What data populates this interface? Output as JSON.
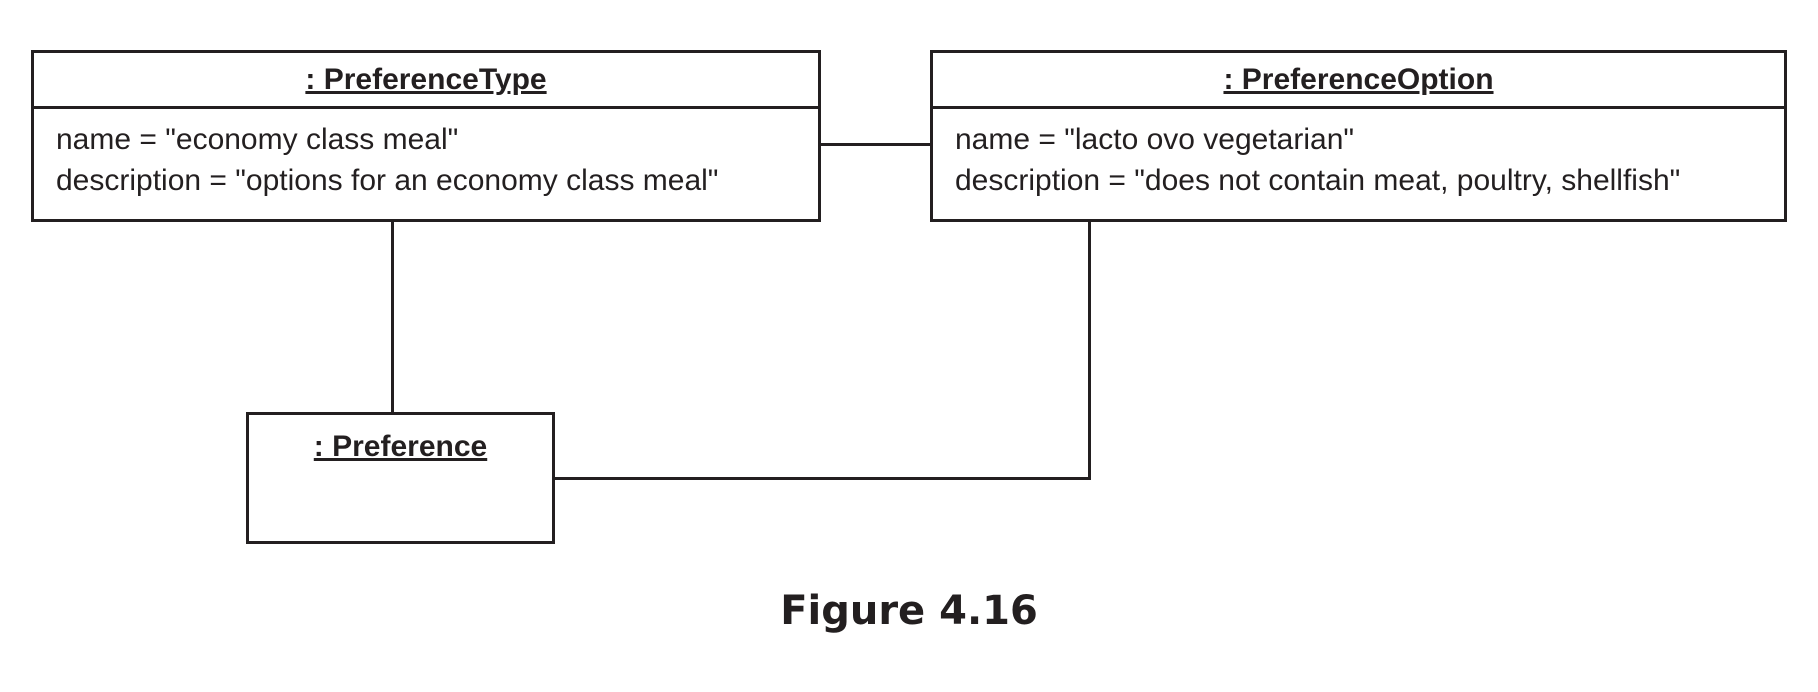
{
  "diagram": {
    "preference_type": {
      "title": ": PreferenceType",
      "attributes": [
        "name = \"economy class meal\"",
        "description = \"options for an economy class meal\""
      ]
    },
    "preference_option": {
      "title": ": PreferenceOption",
      "attributes": [
        "name = \"lacto ovo vegetarian\"",
        "description = \"does not contain meat, poultry, shellfish\""
      ]
    },
    "preference": {
      "title": ": Preference"
    },
    "caption": "Figure 4.16"
  }
}
